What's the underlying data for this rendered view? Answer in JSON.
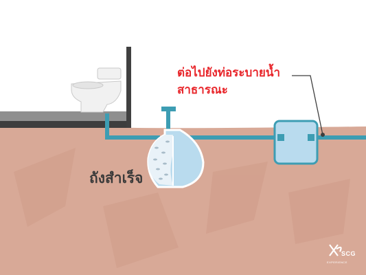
{
  "labels": {
    "public_sewer_line1": "ต่อไปยังท่อระบายน้ำ",
    "public_sewer_line2": "สาธารณะ",
    "septic_tank": "ถังสำเร็จ"
  },
  "logo": {
    "brand": "SCG",
    "tagline": "EXPERIENCE"
  },
  "colors": {
    "soil": "#d8a997",
    "pipe": "#3d9db3",
    "water": "#b9dbee",
    "wall": "#404040",
    "label_red": "#e8262b"
  },
  "icons": [
    "toilet-icon",
    "scg-experience-logo"
  ]
}
